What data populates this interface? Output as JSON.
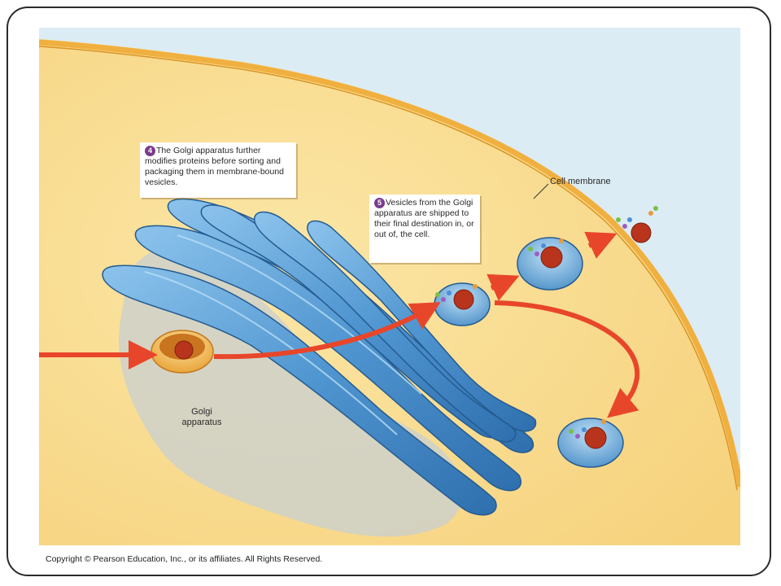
{
  "figure": {
    "callout_4": {
      "step": "4",
      "text": "The Golgi apparatus further modifies proteins before sorting and packaging them in membrane-bound vesicles."
    },
    "callout_5": {
      "step": "5",
      "text": "Vesicles from the Golgi apparatus are shipped to their final destination in, or out of, the cell."
    },
    "labels": {
      "golgi": "Golgi apparatus",
      "cell_membrane": "Cell membrane"
    }
  },
  "copyright": "Copyright © Pearson Education, Inc., or its affiliates.  All Rights Reserved.",
  "colors": {
    "cytoplasm": "#f8dc8e",
    "extracellular": "#dcecf4",
    "membrane": "#f0b040",
    "golgi_blue": "#5b9fd4",
    "arrow_red": "#e8462a",
    "protein_red": "#b8341c",
    "step_badge": "#7a3c8c"
  }
}
